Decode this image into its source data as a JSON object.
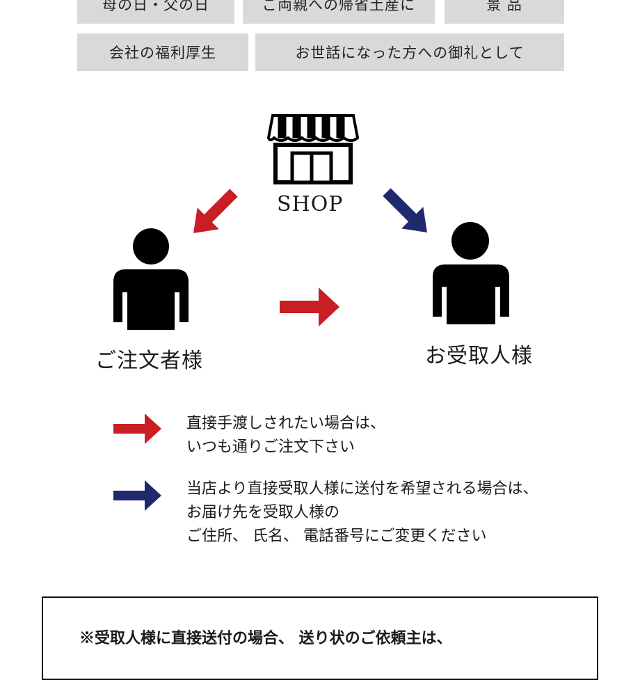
{
  "tags": {
    "row1": [
      "母の日・父の日",
      "ご両親への帰省土産に",
      "景 品"
    ],
    "row2": [
      "会社の福利厚生",
      "お世話になった方への御礼として"
    ]
  },
  "diagram": {
    "shop_label": "SHOP",
    "orderer_label": "ご注文者様",
    "recipient_label": "お受取人様"
  },
  "legend": {
    "red": {
      "color": "#c81e24",
      "lines": [
        "直接手渡しされたい場合は、",
        "いつも通りご注文下さい"
      ]
    },
    "blue": {
      "color": "#1f2a6e",
      "lines": [
        "当店より直接受取人様に送付を希望される場合は、",
        "お届け先を受取人様の",
        "ご住所、 氏名、 電話番号にご変更ください"
      ]
    }
  },
  "notice": {
    "text": "※受取人様に直接送付の場合、 送り状のご依頼主は、"
  }
}
